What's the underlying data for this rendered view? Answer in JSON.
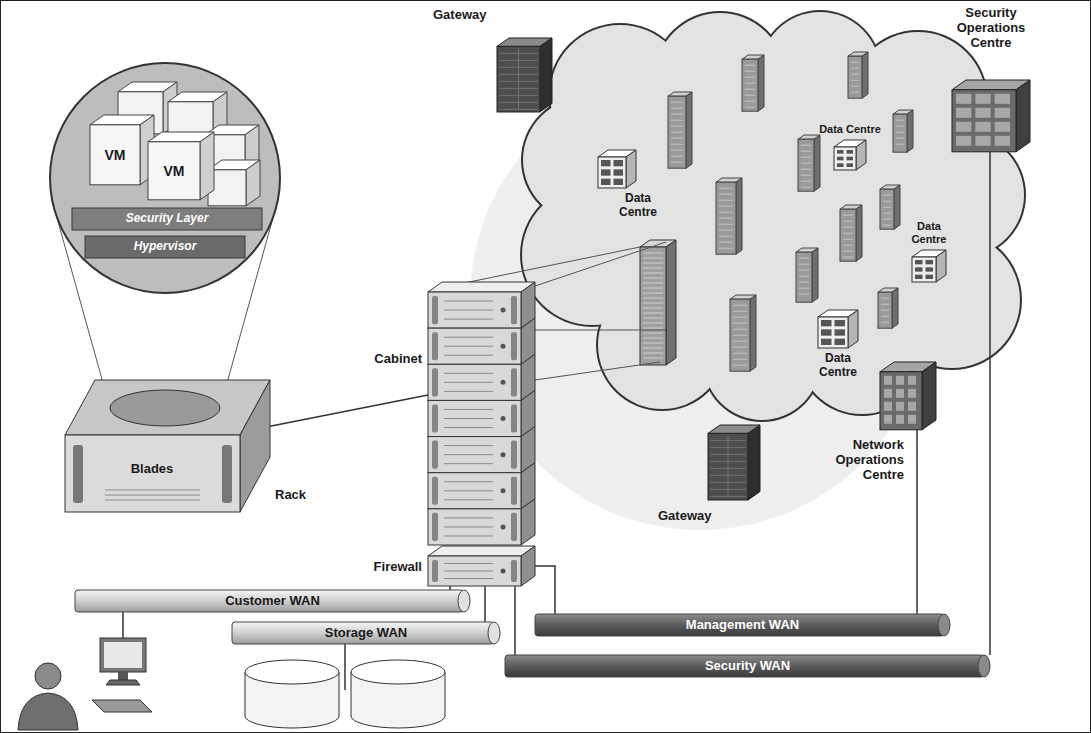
{
  "diagram": {
    "nodes": [
      {
        "text": [
          "Gateway"
        ]
      },
      {
        "text": [
          "Security Operations Centre"
        ]
      },
      {
        "text": [
          "VM"
        ]
      },
      {
        "text": [
          "VM"
        ]
      },
      {
        "text": [
          "Security Layer"
        ]
      },
      {
        "text": [
          "Hypervisor"
        ]
      },
      {
        "text": [
          "Data Centre"
        ]
      },
      {
        "text": [
          "Data Centre"
        ]
      },
      {
        "text": [
          "Data Centre"
        ]
      },
      {
        "text": [
          "Cabinet"
        ]
      },
      {
        "text": [
          "Data Centre"
        ]
      },
      {
        "text": [
          "Blades",
          "Rack"
        ]
      },
      {
        "text": [
          "Firewall"
        ]
      },
      {
        "text": [
          "Gateway"
        ]
      },
      {
        "text": [
          "Network Operations Centre"
        ]
      },
      {
        "text": [
          "Customer WAN"
        ]
      },
      {
        "text": [
          "Storage WAN"
        ]
      },
      {
        "text": [
          "Management WAN"
        ]
      },
      {
        "text": [
          "Security WAN"
        ]
      }
    ],
    "edges": [
      {
        "from": 11,
        "to": 9,
        "arrow": "none"
      },
      {
        "from": 12,
        "to": 15,
        "arrow": "none"
      },
      {
        "from": 12,
        "to": 16,
        "arrow": "none"
      },
      {
        "from": 12,
        "to": 17,
        "arrow": "none"
      },
      {
        "from": 12,
        "to": 18,
        "arrow": "none"
      },
      {
        "from": 14,
        "to": 17,
        "arrow": "none"
      },
      {
        "from": 1,
        "to": 18,
        "arrow": "none"
      }
    ]
  }
}
